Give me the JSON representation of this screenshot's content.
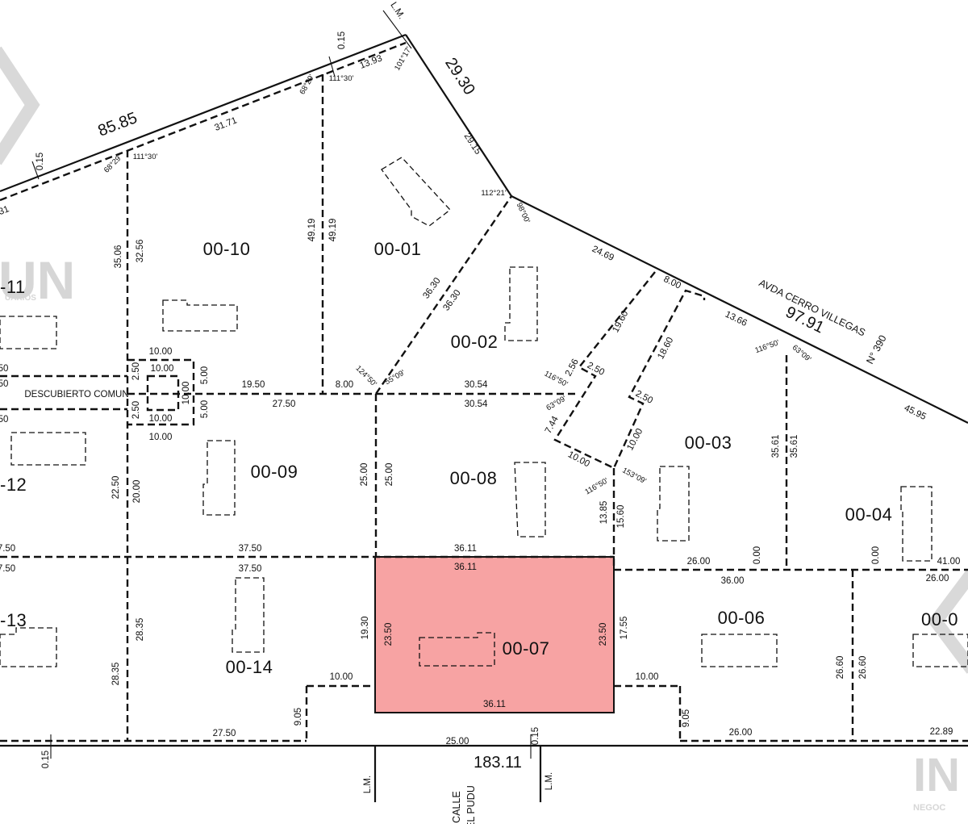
{
  "highlight_color": "#f7a3a3",
  "line_color": "#111111",
  "watermark": {
    "left_text": "UN",
    "left_sub": "UARIOS",
    "right_text": "IN",
    "right_sub": "NEGOC"
  },
  "lots": {
    "l01": "00-01",
    "l02": "00-02",
    "l03": "00-03",
    "l04": "00-04",
    "l06": "00-06",
    "l07": "00-07",
    "l08": "00-08",
    "l09": "00-09",
    "l10": "00-10",
    "l11": "-11",
    "l12": "-12",
    "l13": "-13",
    "l14": "00-14",
    "l05": "00-0"
  },
  "labels": {
    "common": "DESCUBIERTO COMUN",
    "avenue_name": "AVDA CERRO VILLEGAS",
    "avenue_length": "97.91",
    "avenue_number": "N° 390",
    "street_line1": "CALLE",
    "street_line2": "EL PUDU",
    "front_total": "183.11",
    "north_total": "85.85",
    "ne_total": "29.30",
    "lm": "L.M."
  },
  "dims": {
    "d0_15": "0.15",
    "d13_93": "13.93",
    "d31_71": "31.71",
    "d29_15": "29.15",
    "d49_19": "49.19",
    "d35_06": "35.06",
    "d32_56": "32.56",
    "d36_30": "36.30",
    "d24_69": "24.69",
    "d8_00": "8.00",
    "d13_66": "13.66",
    "d45_95": "45.95",
    "d19_60": "19.60",
    "d18_60": "18.60",
    "d2_56": "2.56",
    "d2_50": "2.50",
    "d7_44": "7.44",
    "d10_00": "10.00",
    "d19_50": "19.50",
    "d27_50": "27.50",
    "d30_54": "30.54",
    "d5_00": "5.00",
    "d25_00": "25.00",
    "d22_50": "22.50",
    "d20_00": "20.00",
    "d37_50": "37.50",
    "d36_11": "36.11",
    "d13_85": "13.85",
    "d15_60": "15.60",
    "d35_61": "35.61",
    "d0_00": "0.00",
    "d26_00": "26.00",
    "d41_00": "41.00",
    "d36_00": "36.00",
    "d28_35": "28.35",
    "d19_30": "19.30",
    "d23_50": "23.50",
    "d17_55": "17.55",
    "d9_05": "9.05",
    "d26_60": "26.60",
    "d22_89": "22.89",
    "d31": "31",
    "d50": "50",
    "d750": "7.50"
  },
  "angles": {
    "a101": "101°17'",
    "a111": "111°30'",
    "a68": "68°29'",
    "a112": "112°21'",
    "a98": "98°00'",
    "a124": "124°50'",
    "a55": "55°09'",
    "a116": "116°50'",
    "a63": "63°09'",
    "a153": "153°09'"
  }
}
